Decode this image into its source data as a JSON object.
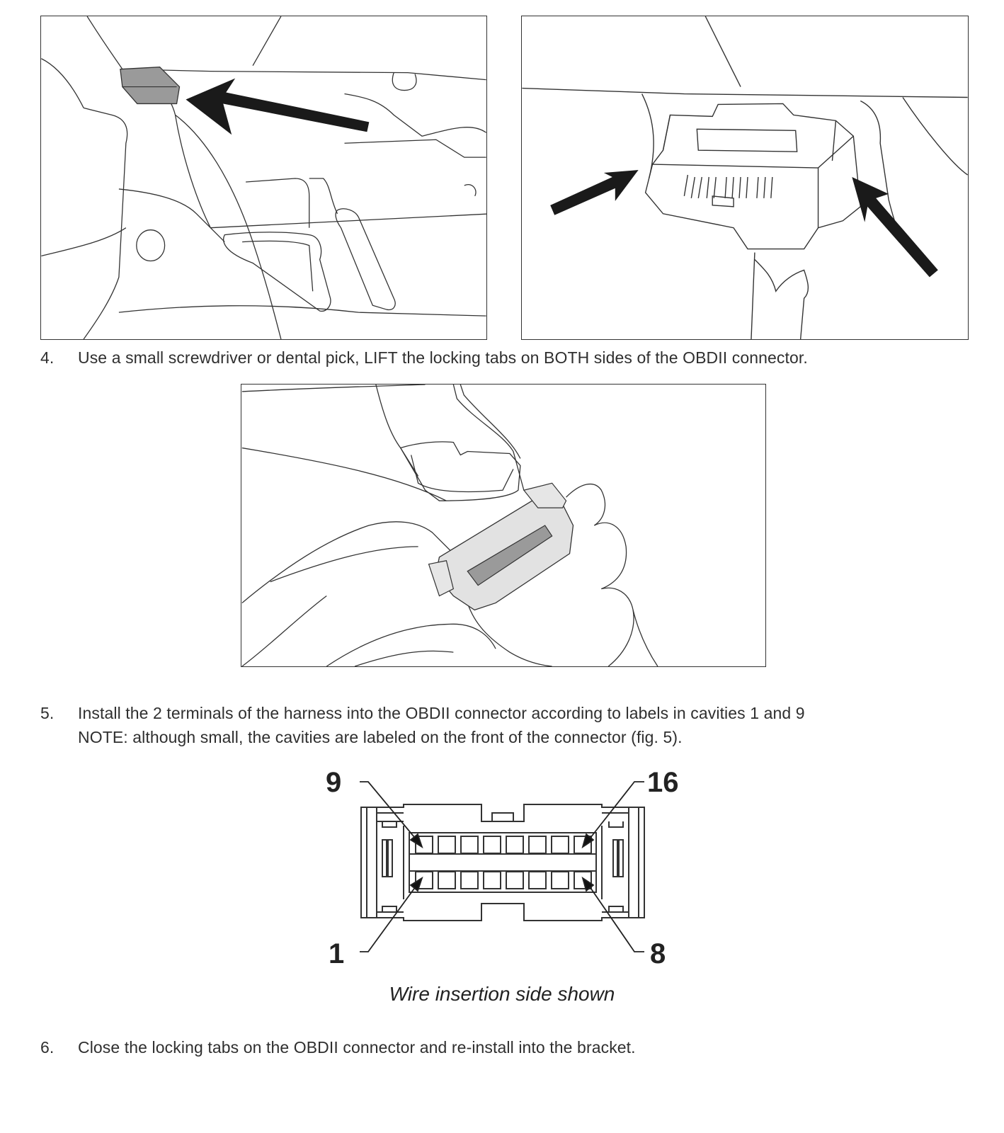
{
  "steps": {
    "step4": {
      "number": "4.",
      "text": "Use a small screwdriver or dental pick, LIFT the locking tabs on BOTH sides of the OBDII connector."
    },
    "step5": {
      "number": "5.",
      "line1": "Install the 2 terminals of the harness into the OBDII connector according to labels in cavities 1 and 9",
      "line2": "NOTE: although small, the cavities are labeled on the front of the connector (fig. 5)."
    },
    "step6": {
      "number": "6.",
      "text": "Close the locking tabs on the OBDII connector and re-install into the bracket."
    }
  },
  "connector_diagram": {
    "pin_labels": {
      "top_left": "9",
      "top_right": "16",
      "bottom_left": "1",
      "bottom_right": "8"
    },
    "caption": "Wire insertion side shown"
  },
  "colors": {
    "line": "#333333",
    "highlight_gray": "#9a9a9a",
    "text": "#2f2f2f"
  }
}
